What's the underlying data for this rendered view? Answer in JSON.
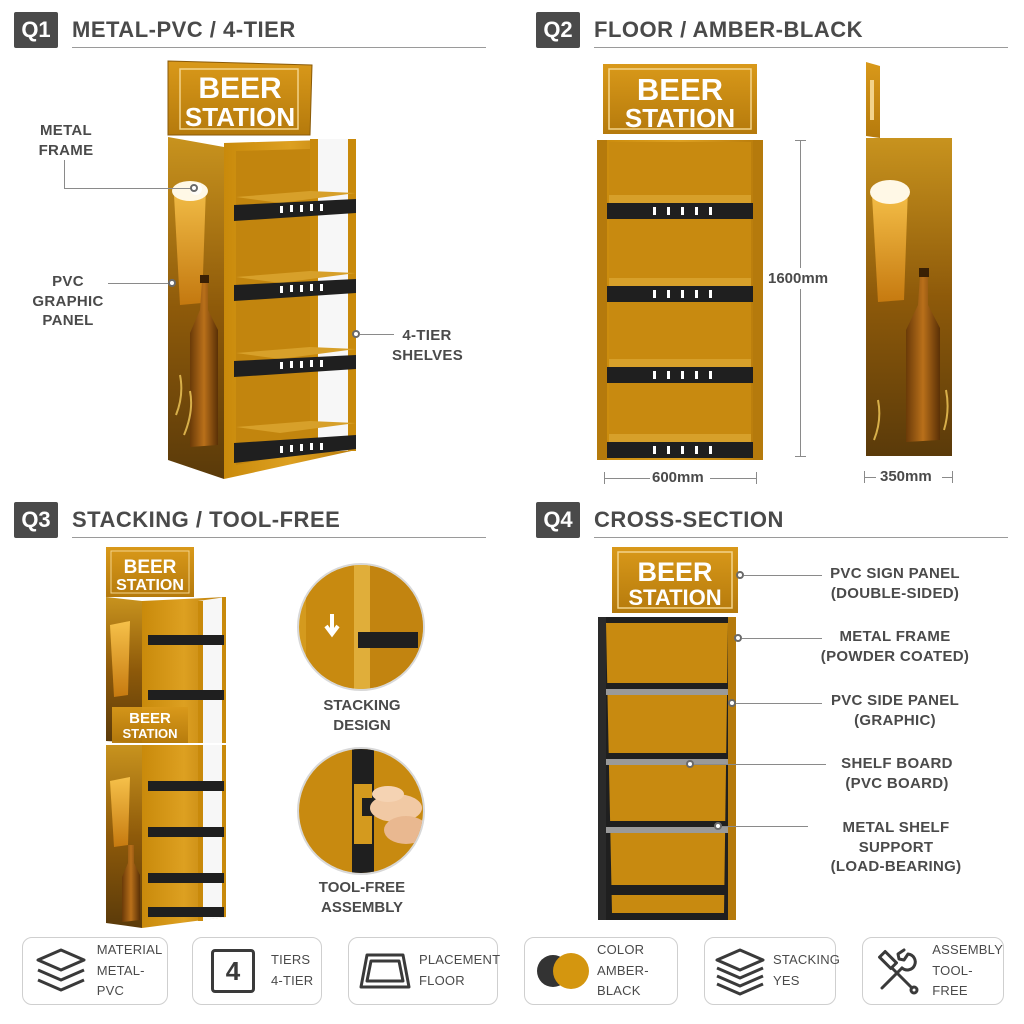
{
  "sections": [
    {
      "badge": "Q1",
      "title": "METAL-PVC / 4-TIER"
    },
    {
      "badge": "Q2",
      "title": "FLOOR / AMBER-BLACK"
    },
    {
      "badge": "Q3",
      "title": "STACKING / TOOL-FREE"
    },
    {
      "badge": "Q4",
      "title": "CROSS-SECTION"
    }
  ],
  "sign": {
    "line1": "BEER",
    "line2": "STATION"
  },
  "q1_callouts": {
    "metal_frame": [
      "METAL",
      "FRAME"
    ],
    "pvc_panel": [
      "PVC",
      "GRAPHIC",
      "PANEL"
    ],
    "shelves": [
      "4-TIER",
      "SHELVES"
    ]
  },
  "q2_dimensions": {
    "height": "1600mm",
    "width": "600mm",
    "depth": "350mm"
  },
  "q3_callouts": {
    "stacking": [
      "STACKING",
      "DESIGN"
    ],
    "toolfree": [
      "TOOL-FREE",
      "ASSEMBLY"
    ]
  },
  "q4_callouts": [
    [
      "PVC SIGN PANEL",
      "(DOUBLE-SIDED)"
    ],
    [
      "METAL FRAME",
      "(POWDER COATED)"
    ],
    [
      "PVC SIDE PANEL",
      "(GRAPHIC)"
    ],
    [
      "SHELF BOARD",
      "(PVC BOARD)"
    ],
    [
      "METAL SHELF SUPPORT",
      "(LOAD-BEARING)"
    ]
  ],
  "specs": [
    {
      "label": "MATERIAL",
      "value": "METAL-PVC",
      "icon": "layers-icon"
    },
    {
      "label": "TIERS",
      "value": "4-TIER",
      "icon": "number-four-icon",
      "glyph": "4"
    },
    {
      "label": "PLACEMENT",
      "value": "FLOOR",
      "icon": "floor-tray-icon"
    },
    {
      "label": "COLOR",
      "value": "AMBER-BLACK",
      "icon": "color-swatch-icon"
    },
    {
      "label": "STACKING",
      "value": "YES",
      "icon": "stack-icon"
    },
    {
      "label": "ASSEMBLY",
      "value": "TOOL-FREE",
      "icon": "tools-icon"
    }
  ],
  "colors": {
    "amber": "#D4960F",
    "amber_dark": "#B07810",
    "black": "#1f1f1f",
    "charcoal": "#4a4a4a"
  }
}
